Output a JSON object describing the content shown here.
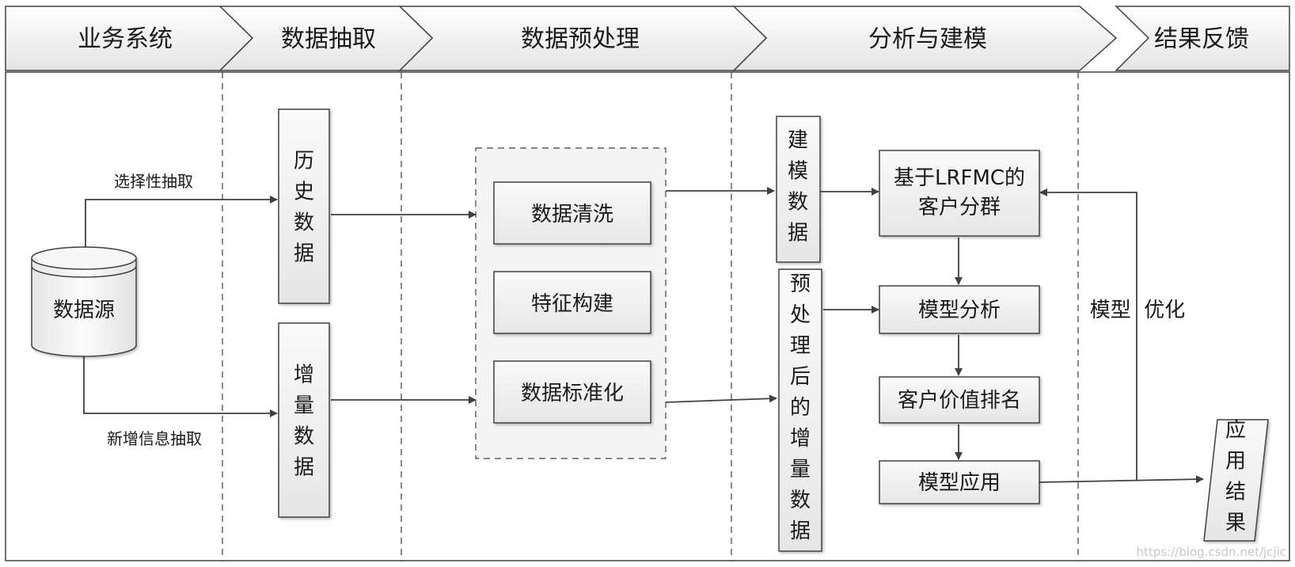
{
  "colors": {
    "stroke": "#404040",
    "box_fill": "#efefef",
    "header_fill": "#f0f0f0",
    "watermark": "#c8c8c8"
  },
  "stages": [
    "业务系统",
    "数据抽取",
    "数据预处理",
    "分析与建模",
    "结果反馈"
  ],
  "source": {
    "label": "数据源"
  },
  "edge_labels": {
    "select": "选择性抽取",
    "incremental": "新增信息抽取",
    "optimize": "模型  优化"
  },
  "extract": {
    "history": "历史数据",
    "increment": "增量数据"
  },
  "preprocess": {
    "clean": "数据清洗",
    "feature": "特征构建",
    "standardize": "数据标准化"
  },
  "modeling": {
    "model_data": "建模数据",
    "processed_increment": "预处理后的增量数据",
    "cluster_line1": "基于LRFMC的",
    "cluster_line2": "客户分群",
    "analysis": "模型分析",
    "ranking": "客户价值排名",
    "apply": "模型应用"
  },
  "feedback": {
    "result": "应用结果"
  },
  "watermark": "https://blog.csdn.net/jcjic"
}
